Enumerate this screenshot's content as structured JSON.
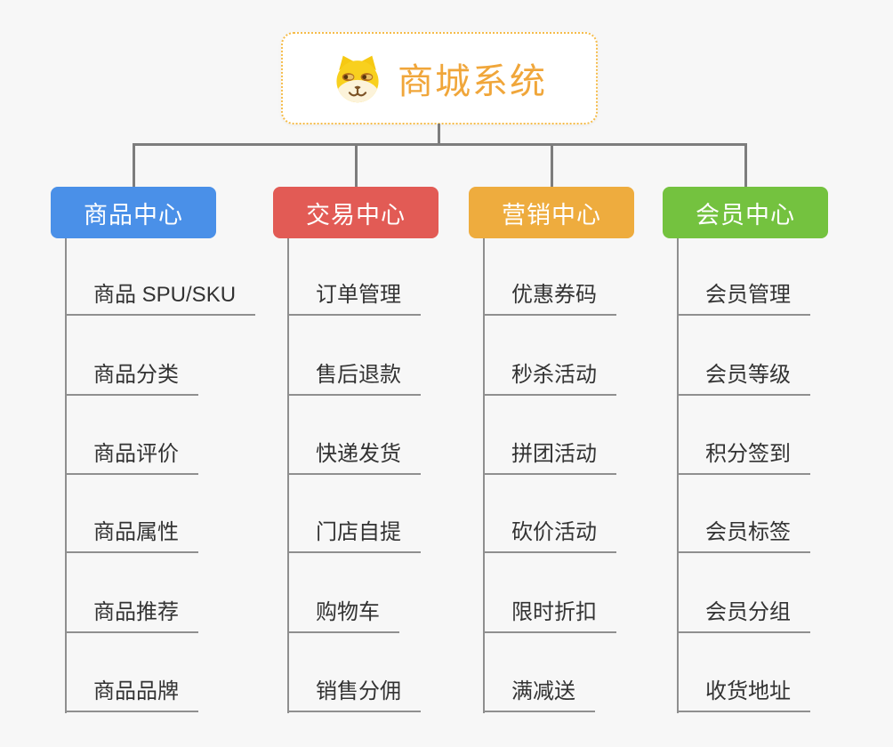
{
  "root": {
    "title": "商城系统",
    "icon": "doge-icon",
    "accent_color": "#f0a63a",
    "border_color": "#f5bc4a"
  },
  "colors": {
    "background": "#f7f7f7",
    "connector": "#7d7d7d",
    "leaf_line": "#8f8f8f",
    "leaf_text": "#333333"
  },
  "branches": [
    {
      "label": "商品中心",
      "color": "#4a90e8",
      "items": [
        "商品 SPU/SKU",
        "商品分类",
        "商品评价",
        "商品属性",
        "商品推荐",
        "商品品牌"
      ]
    },
    {
      "label": "交易中心",
      "color": "#e25b55",
      "items": [
        "订单管理",
        "售后退款",
        "快递发货",
        "门店自提",
        "购物车",
        "销售分佣"
      ]
    },
    {
      "label": "营销中心",
      "color": "#eeac3e",
      "items": [
        "优惠券码",
        "秒杀活动",
        "拼团活动",
        "砍价活动",
        "限时折扣",
        "满减送"
      ]
    },
    {
      "label": "会员中心",
      "color": "#74c23f",
      "items": [
        "会员管理",
        "会员等级",
        "积分签到",
        "会员标签",
        "会员分组",
        "收货地址"
      ]
    }
  ]
}
